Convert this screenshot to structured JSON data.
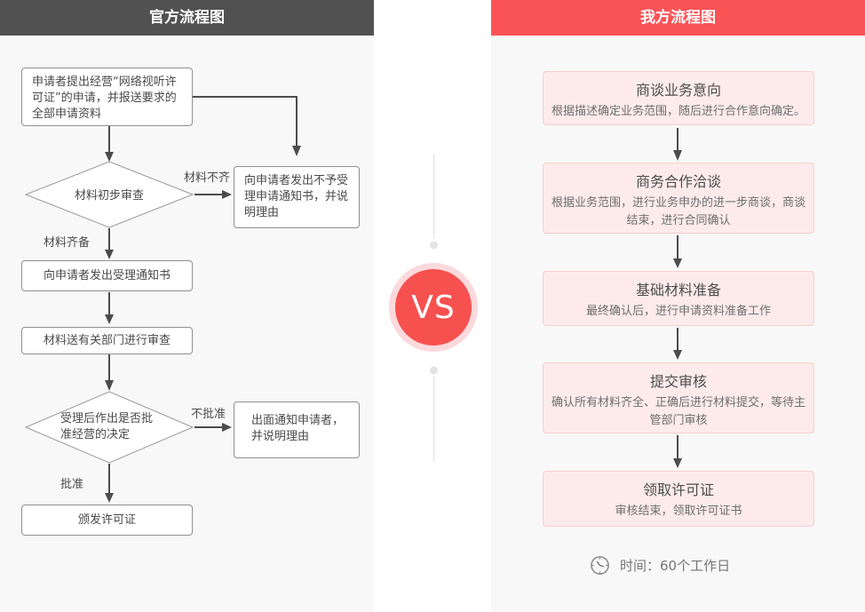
{
  "colors": {
    "left_header_bg": "#515151",
    "right_header_bg": "#fa5356",
    "panel_bg": "#f8f8f8",
    "step_bg": "#fdebeb",
    "step_border": "#f7ced2",
    "vs_red": "#f6514f",
    "vs_ring": "#fbd9dc",
    "arrow": "#4c4c4c"
  },
  "left_panel": {
    "title": "官方流程图",
    "nodes": {
      "start": "申请者提出经营“网络视听许可证”的申请，并报送要求的全部申请资料",
      "decision1": "材料初步审查",
      "reject_notice": "向申请者发出不予受理申请通知书，并说明理由",
      "accept_notice": "向申请者发出受理通知书",
      "review": "材料送有关部门进行审查",
      "decision2": "受理后作出是否批准经营的决定",
      "deny_notice": "出面通知申请者，并说明理由",
      "license": "颁发许可证"
    },
    "labels": {
      "incomplete": "材料不齐",
      "complete": "材料齐备",
      "not_approved": "不批准",
      "approved": "批准"
    }
  },
  "vs_badge": {
    "text": "VS"
  },
  "right_panel": {
    "title": "我方流程图",
    "steps": [
      {
        "title": "商谈业务意向",
        "desc": "根据描述确定业务范围，随后进行合作意向确定。"
      },
      {
        "title": "商务合作洽谈",
        "desc": "根据业务范围，进行业务申办的进一步商谈，商谈结束，进行合同确认"
      },
      {
        "title": "基础材料准备",
        "desc": "最终确认后，进行申请资料准备工作"
      },
      {
        "title": "提交审核",
        "desc": "确认所有材料齐全、正确后进行材料提交，等待主管部门审核"
      },
      {
        "title": "领取许可证",
        "desc": "审核结束，领取许可证书"
      }
    ],
    "footer": {
      "time_label": "时间：60个工作日"
    }
  }
}
